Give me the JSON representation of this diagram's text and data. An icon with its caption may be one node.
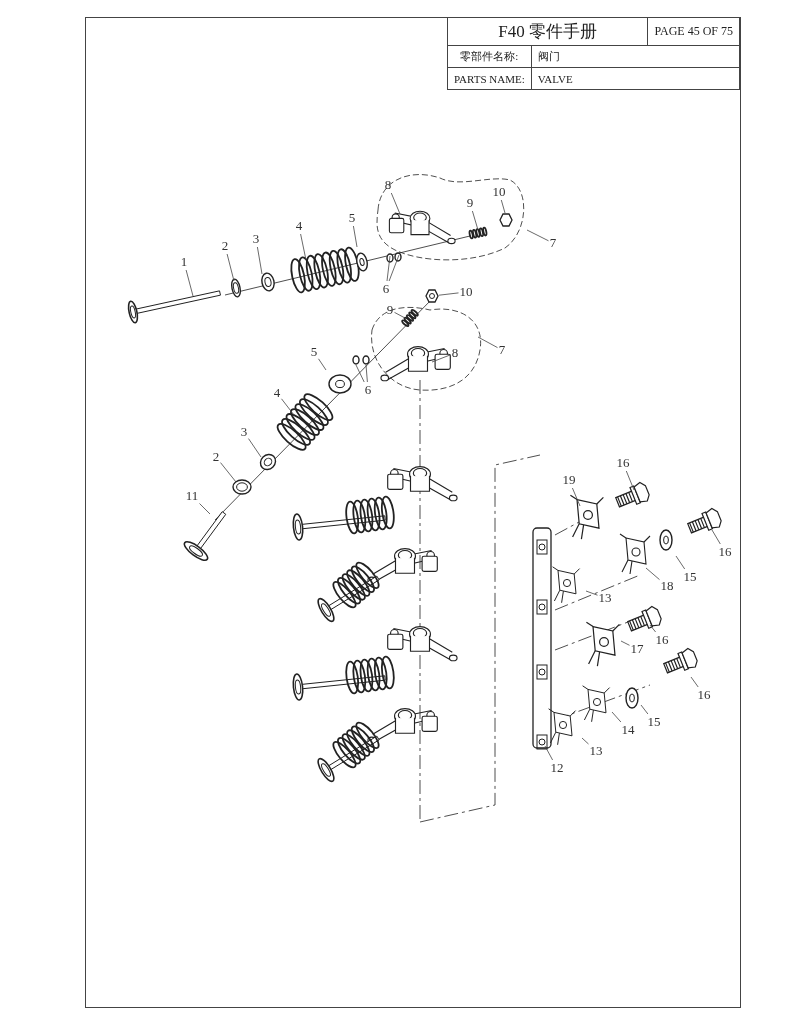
{
  "diagram": {
    "nodes": [
      {
        "text": [
          "8"
        ]
      },
      {
        "text": [
          "10"
        ]
      },
      {
        "text": [
          "9"
        ]
      },
      {
        "text": [
          "5"
        ]
      },
      {
        "text": [
          "4"
        ]
      },
      {
        "text": [
          "3"
        ]
      },
      {
        "text": [
          "7"
        ]
      },
      {
        "text": [
          "2"
        ]
      },
      {
        "text": [
          "1"
        ]
      },
      {
        "text": [
          "6"
        ]
      },
      {
        "text": [
          "10"
        ]
      },
      {
        "text": [
          "9"
        ]
      },
      {
        "text": [
          "7"
        ]
      },
      {
        "text": [
          "5"
        ]
      },
      {
        "text": [
          "8"
        ]
      },
      {
        "text": [
          "6"
        ]
      },
      {
        "text": [
          "4"
        ]
      },
      {
        "text": [
          "3"
        ]
      },
      {
        "text": [
          "2"
        ]
      },
      {
        "text": [
          "16"
        ]
      },
      {
        "text": [
          "19"
        ]
      },
      {
        "text": [
          "11"
        ]
      },
      {
        "text": [
          "16"
        ]
      },
      {
        "text": [
          "15"
        ]
      },
      {
        "text": [
          "18"
        ]
      },
      {
        "text": [
          "13"
        ]
      },
      {
        "text": [
          "16"
        ]
      },
      {
        "text": [
          "17"
        ]
      },
      {
        "text": [
          "16"
        ]
      },
      {
        "text": [
          "15"
        ]
      },
      {
        "text": [
          "14"
        ]
      },
      {
        "text": [
          "13"
        ]
      },
      {
        "text": [
          "12"
        ]
      },
      {
        "text": [],
        "shape": "picture"
      }
    ],
    "edges": [
      {
        "from": 0,
        "to": null,
        "arrow": "none"
      },
      {
        "from": 1,
        "to": null,
        "arrow": "none"
      },
      {
        "from": 2,
        "to": null,
        "arrow": "none"
      },
      {
        "from": 3,
        "to": null,
        "arrow": "none"
      },
      {
        "from": 4,
        "to": null,
        "arrow": "none"
      },
      {
        "from": 5,
        "to": null,
        "arrow": "none"
      },
      {
        "from": 6,
        "to": null,
        "arrow": "none"
      },
      {
        "from": 7,
        "to": null,
        "arrow": "none"
      },
      {
        "from": 8,
        "to": null,
        "arrow": "none"
      },
      {
        "from": 9,
        "to": null,
        "arrow": "none"
      },
      {
        "from": 9,
        "to": null,
        "arrow": "none"
      },
      {
        "from": 10,
        "to": 33,
        "arrow": "none"
      },
      {
        "from": 11,
        "to": null,
        "arrow": "none"
      },
      {
        "from": 12,
        "to": null,
        "arrow": "none"
      },
      {
        "from": 13,
        "to": null,
        "arrow": "none"
      },
      {
        "from": 14,
        "to": null,
        "arrow": "none"
      },
      {
        "from": 15,
        "to": null,
        "arrow": "none"
      },
      {
        "from": 15,
        "to": null,
        "arrow": "none"
      },
      {
        "from": 16,
        "to": null,
        "arrow": "none"
      },
      {
        "from": 17,
        "to": null,
        "arrow": "none"
      },
      {
        "from": 18,
        "to": null,
        "arrow": "none"
      },
      {
        "from": 19,
        "to": null,
        "arrow": "none"
      },
      {
        "from": 20,
        "to": null,
        "arrow": "none"
      },
      {
        "from": 21,
        "to": null,
        "arrow": "none"
      },
      {
        "from": 22,
        "to": null,
        "arrow": "none"
      },
      {
        "from": 23,
        "to": null,
        "arrow": "none"
      },
      {
        "from": 24,
        "to": null,
        "arrow": "none"
      },
      {
        "from": 25,
        "to": null,
        "arrow": "none"
      },
      {
        "from": 26,
        "to": null,
        "arrow": "none"
      },
      {
        "from": 27,
        "to": null,
        "arrow": "none"
      },
      {
        "from": 28,
        "to": null,
        "arrow": "none"
      },
      {
        "from": 29,
        "to": null,
        "arrow": "none"
      },
      {
        "from": 30,
        "to": null,
        "arrow": "none"
      },
      {
        "from": 31,
        "to": null,
        "arrow": "none"
      },
      {
        "from": 32,
        "to": null,
        "arrow": "none"
      }
    ],
    "labels": [
      "F40 零件手册",
      "PAGE 45 OF 75",
      "零部件名称:",
      "阀门",
      "PARTS NAME:",
      "VALVE"
    ]
  }
}
